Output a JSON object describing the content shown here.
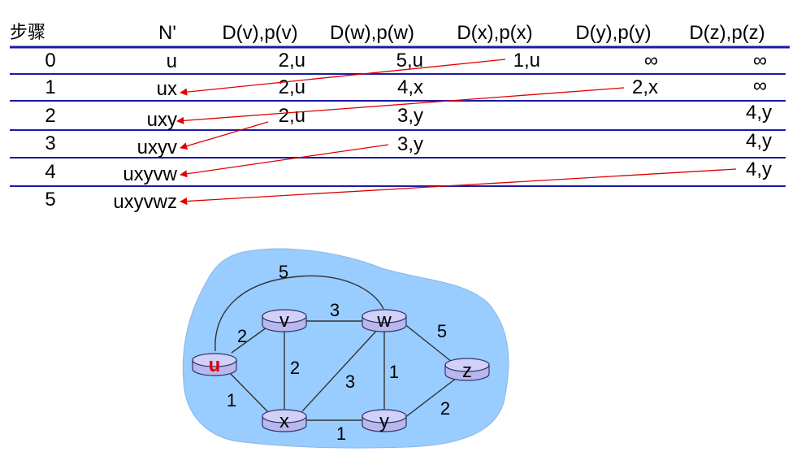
{
  "table": {
    "headers": [
      "步骤",
      "N'",
      "D(v),p(v)",
      "D(w),p(w)",
      "D(x),p(x)",
      "D(y),p(y)",
      "D(z),p(z)"
    ],
    "rows": [
      {
        "step": "0",
        "n": "u",
        "v": "2,u",
        "w": "5,u",
        "x": "1,u",
        "y": "∞",
        "z": "∞"
      },
      {
        "step": "1",
        "n": "ux",
        "v": "2,u",
        "w": "4,x",
        "x": "",
        "y": "2,x",
        "z": "∞"
      },
      {
        "step": "2",
        "n": "uxy",
        "v": "2,u",
        "w": "3,y",
        "x": "",
        "y": "",
        "z": "4,y"
      },
      {
        "step": "3",
        "n": "uxyv",
        "v": "",
        "w": "3,y",
        "x": "",
        "y": "",
        "z": "4,y"
      },
      {
        "step": "4",
        "n": "uxyvw",
        "v": "",
        "w": "",
        "x": "",
        "y": "",
        "z": "4,y"
      },
      {
        "step": "5",
        "n": "uxyvwz",
        "v": "",
        "w": "",
        "x": "",
        "y": "",
        "z": ""
      }
    ],
    "colors": {
      "rule": "#1a1aa6",
      "arrow": "#e00000"
    }
  },
  "graph": {
    "nodes": [
      {
        "id": "u",
        "label": "u",
        "source": true
      },
      {
        "id": "v",
        "label": "v"
      },
      {
        "id": "w",
        "label": "w"
      },
      {
        "id": "x",
        "label": "x"
      },
      {
        "id": "y",
        "label": "y"
      },
      {
        "id": "z",
        "label": "z"
      }
    ],
    "edges": [
      {
        "from": "u",
        "to": "w",
        "cost": "5"
      },
      {
        "from": "u",
        "to": "v",
        "cost": "2"
      },
      {
        "from": "u",
        "to": "x",
        "cost": "1"
      },
      {
        "from": "v",
        "to": "w",
        "cost": "3"
      },
      {
        "from": "v",
        "to": "x",
        "cost": "2"
      },
      {
        "from": "x",
        "to": "w",
        "cost": "3"
      },
      {
        "from": "x",
        "to": "y",
        "cost": "1"
      },
      {
        "from": "w",
        "to": "y",
        "cost": "1"
      },
      {
        "from": "w",
        "to": "z",
        "cost": "5"
      },
      {
        "from": "y",
        "to": "z",
        "cost": "2"
      }
    ],
    "colors": {
      "cloud": "#99ccff",
      "router": "#b8b8ee",
      "router_edge": "#333366",
      "source_label": "#e00000"
    }
  }
}
